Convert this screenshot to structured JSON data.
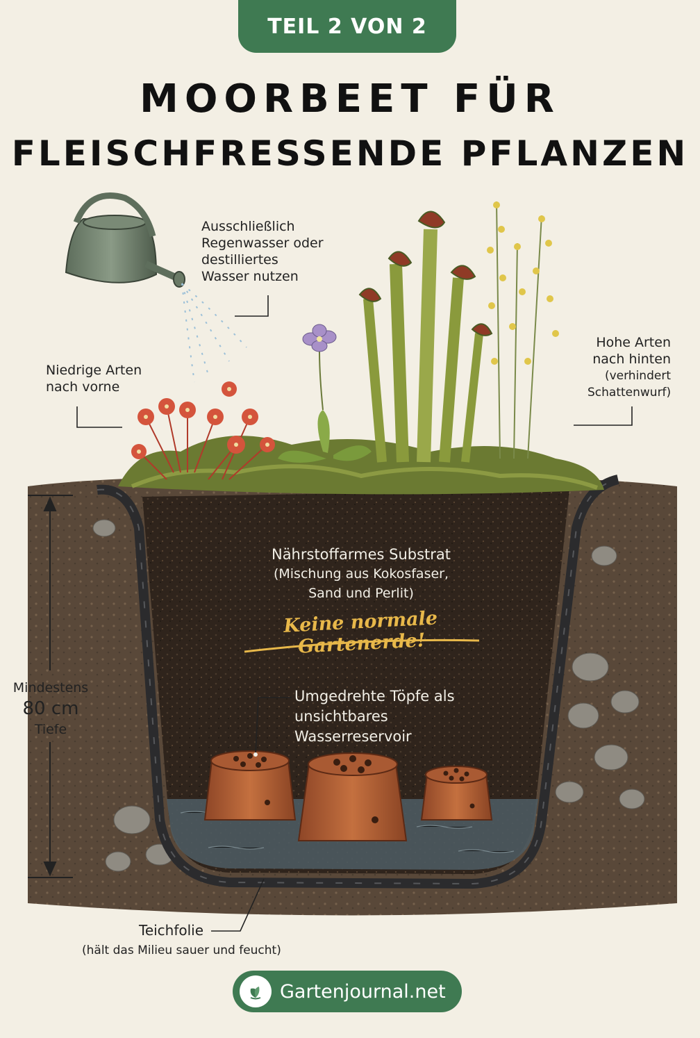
{
  "badge": "TEIL 2 VON 2",
  "title": {
    "line1": "MOORBEET FÜR",
    "line2": "FLEISCHFRESSENDE PFLANZEN"
  },
  "notes": {
    "water": [
      "Ausschließlich",
      "Regenwasser oder",
      "destilliertes",
      "Wasser nutzen"
    ],
    "low": [
      "Niedrige Arten",
      "nach vorne"
    ],
    "high": [
      "Hohe Arten",
      "nach hinten",
      "(verhindert",
      "Schattenwurf)"
    ],
    "depth": {
      "line1": "Mindestens",
      "value": "80 cm",
      "line3": "Tiefe"
    },
    "substrate": [
      "Nährstoffarmes Substrat",
      "(Mischung aus Kokosfaser,",
      "Sand und Perlit)"
    ],
    "warning": "Keine normale Gartenerde!",
    "pots": [
      "Umgedrehte Töpfe als",
      "unsichtbares",
      "Wasserreservoir"
    ],
    "liner": {
      "line1": "Teichfolie",
      "line2": "(hält das Milieu sauer und feucht)"
    }
  },
  "brand": {
    "name": "Gartenjournal.net"
  },
  "colors": {
    "accent": "#3f7a52",
    "background": "#f3efe4",
    "soil": "#2f241c",
    "liner": "#2b2b2d",
    "pot": "#b8643a",
    "water": "#4d5a60",
    "warning": "#e8b84a"
  }
}
